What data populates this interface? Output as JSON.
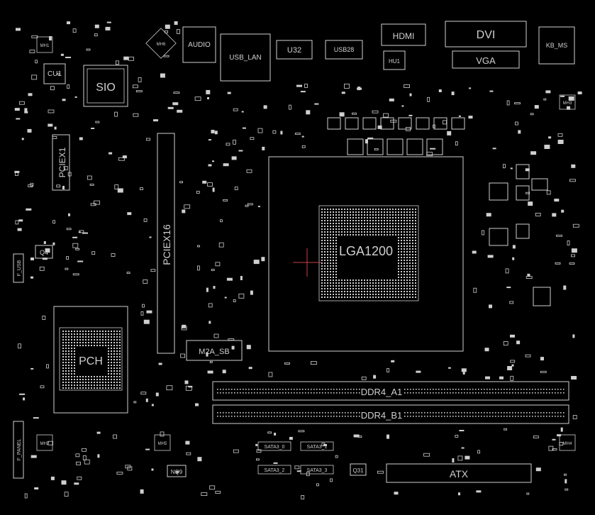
{
  "viewer": {
    "background": "#000000",
    "outline_color": "#cfcfcf",
    "cursor_color": "#c84141"
  },
  "labels": {
    "sio": "SIO",
    "cu1": "CU1",
    "audio": "AUDIO",
    "usb_lan": "USB_LAN",
    "u32": "U32",
    "usb28": "USB28",
    "hdmi": "HDMI",
    "dvi": "DVI",
    "vga": "VGA",
    "kb_ms": "KB_MS",
    "pciex1": "PCIEX1",
    "pciex16": "PCIEX16",
    "cpu_socket": "LGA1200",
    "pch": "PCH",
    "m2a_sb": "M2A_SB",
    "ddr4_a1": "DDR4_A1",
    "ddr4_b1": "DDR4_B1",
    "atx": "ATX",
    "q4": "Q4",
    "q31": "Q31",
    "sata3_0": "SATA3_0",
    "sata3_1": "SATA3_1",
    "sata3_2": "SATA3_2",
    "sata3_3": "SATA3_3",
    "f_panel": "F_PANEL",
    "f_usb": "F_USB",
    "nq9": "NQ9",
    "hu1": "HU1",
    "mh1": "MH1",
    "mh2": "MH2",
    "mh3": "MH3",
    "mh4": "MH4",
    "mh5": "MH5",
    "mh6": "MH6"
  }
}
